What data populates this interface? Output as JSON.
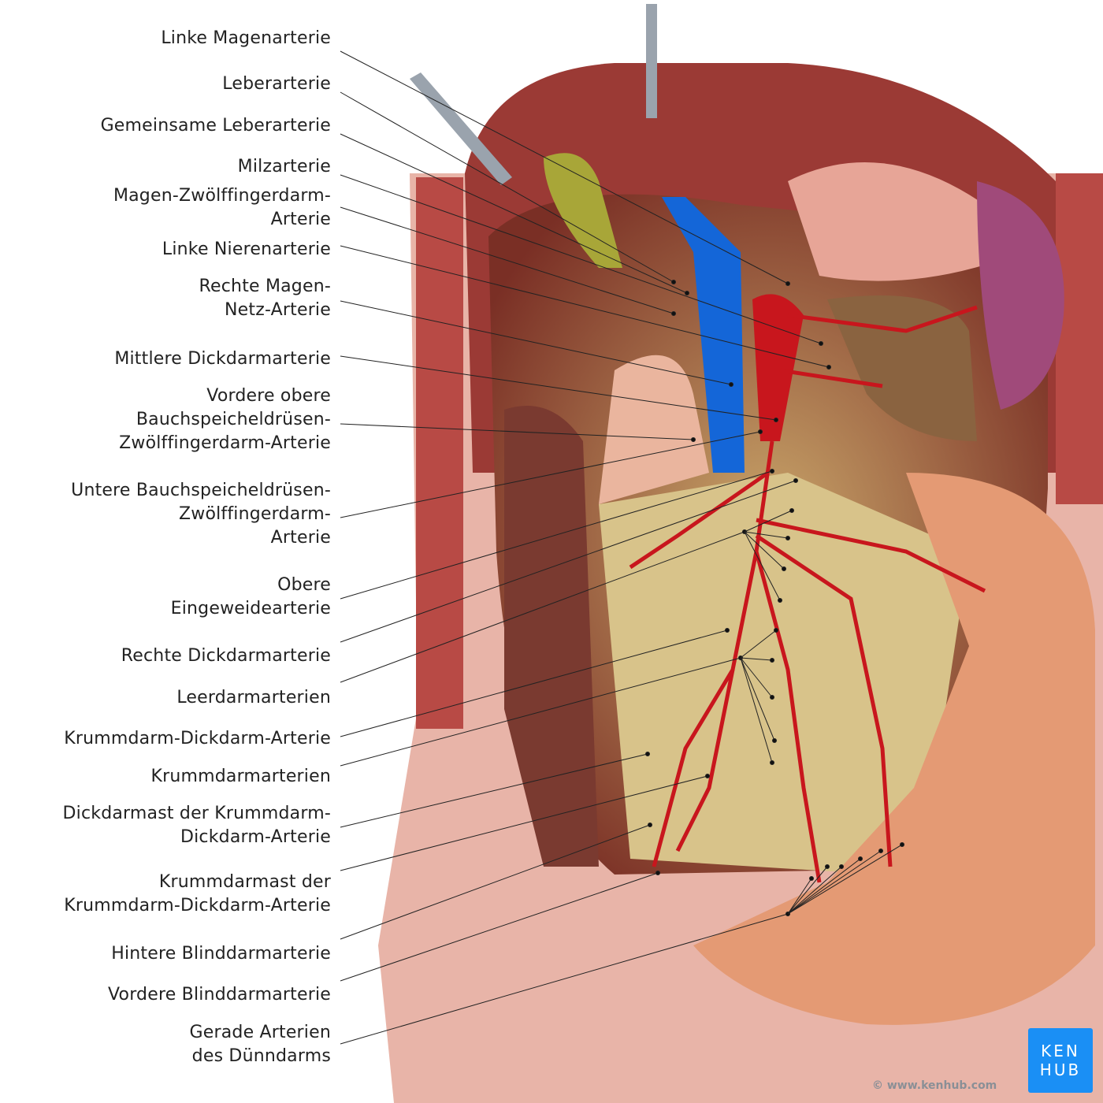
{
  "labels": [
    {
      "lines": [
        "Linke Magenarterie"
      ]
    },
    {
      "lines": [
        "Leberarterie"
      ]
    },
    {
      "lines": [
        "Gemeinsame Leberarterie"
      ]
    },
    {
      "lines": [
        "Milzarterie"
      ]
    },
    {
      "lines": [
        "Magen-Zwölffingerdarm-",
        "Arterie"
      ]
    },
    {
      "lines": [
        "Linke Nierenarterie"
      ]
    },
    {
      "lines": [
        "Rechte Magen-",
        "Netz-Arterie"
      ]
    },
    {
      "lines": [
        "Mittlere Dickdarmarterie"
      ]
    },
    {
      "lines": [
        "Vordere obere",
        "Bauchspeicheldrüsen-",
        "Zwölffingerdarm-Arterie"
      ]
    },
    {
      "lines": [
        "Untere Bauchspeicheldrüsen-",
        "Zwölffingerdarm-",
        "Arterie"
      ]
    },
    {
      "lines": [
        "Obere",
        "Eingeweidearterie"
      ]
    },
    {
      "lines": [
        "Rechte Dickdarmarterie"
      ]
    },
    {
      "lines": [
        "Leerdarmarterien"
      ]
    },
    {
      "lines": [
        "Krummdarm-Dickdarm-Arterie"
      ]
    },
    {
      "lines": [
        "Krummdarmarterien"
      ]
    },
    {
      "lines": [
        "Dickdarmast der Krummdarm-",
        "Dickdarm-Arterie"
      ]
    },
    {
      "lines": [
        "Krummdarmast der",
        "Krummdarm-Dickdarm-Arterie"
      ]
    },
    {
      "lines": [
        "Hintere Blinddarmarterie"
      ]
    },
    {
      "lines": [
        "Vordere Blinddarmarterie"
      ]
    },
    {
      "lines": [
        "Gerade Arterien",
        "des Dünndarms"
      ]
    }
  ],
  "logo": {
    "line1": "KEN",
    "line2": "HUB"
  },
  "copyright": "© www.kenhub.com",
  "colors": {
    "artery": "#c8161d",
    "vein": "#1466d8",
    "logo": "#1a8ff5"
  }
}
